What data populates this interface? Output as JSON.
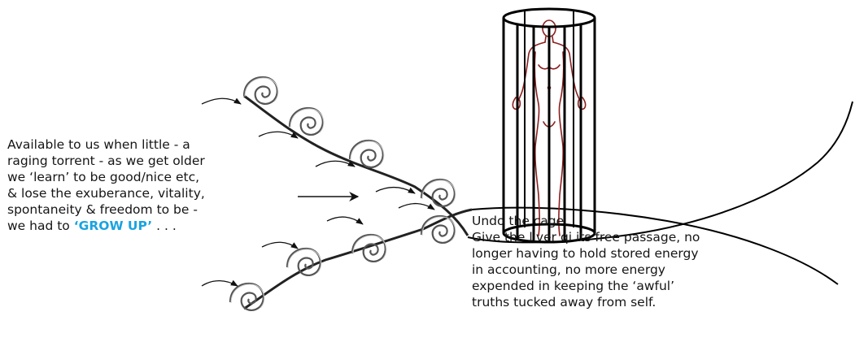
{
  "left_caption": {
    "lines": [
      "Available to us when little - a",
      "raging torrent - as we get older",
      "we ‘learn’ to be good/nice etc,",
      "& lose the exuberance, vitality,",
      "spontaneity & freedom to be -"
    ],
    "last_line_prefix": "we had to ",
    "emphasis": "‘GROW UP’",
    "last_line_suffix": " . . .",
    "emphasis_color": "#1aa3e0"
  },
  "right_caption": {
    "lines": [
      "Undo the cage.",
      "Give the liver qi its free passage, no",
      "longer having to hold stored energy",
      "in accounting, no more energy",
      "expended in keeping the ‘awful’",
      "truths tucked away from self."
    ]
  },
  "icons": [
    "caged-figure-icon",
    "spiral-wave-icon",
    "flow-arrow-icon"
  ],
  "colors": {
    "figure": "#8b1e1e",
    "cage": "#000000",
    "ink": "#111111"
  }
}
